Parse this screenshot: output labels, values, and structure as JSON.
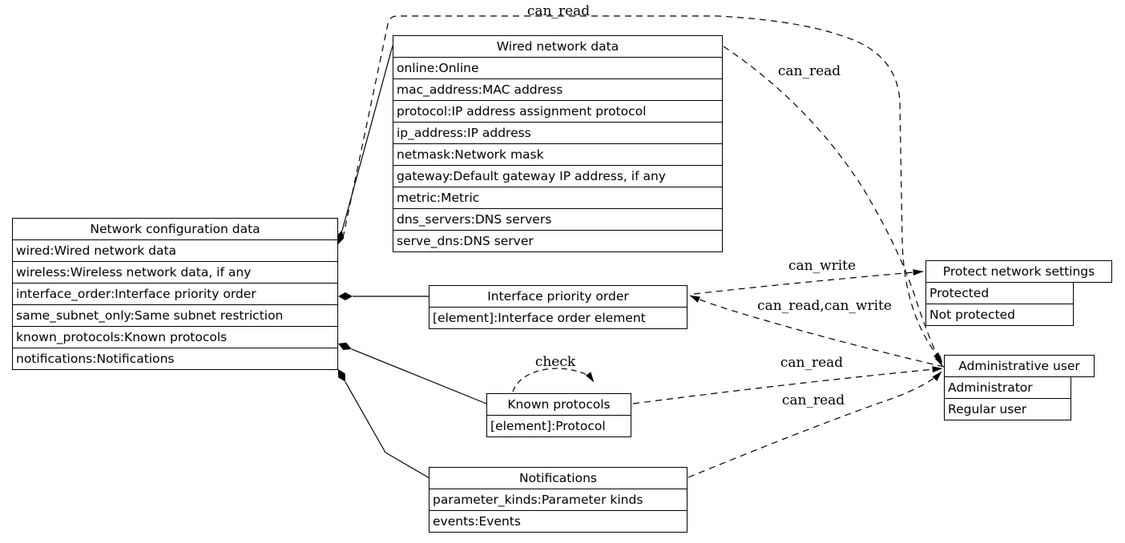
{
  "diagram": {
    "nodes": {
      "network_config": {
        "title": "Network configuration data",
        "rows": [
          "wired:Wired network data",
          "wireless:Wireless network data, if any",
          "interface_order:Interface priority order",
          "same_subnet_only:Same subnet restriction",
          "known_protocols:Known protocols",
          "notifications:Notifications"
        ]
      },
      "wired": {
        "title": "Wired network data",
        "rows": [
          "online:Online",
          "mac_address:MAC address",
          "protocol:IP address assignment protocol",
          "ip_address:IP address",
          "netmask:Network mask",
          "gateway:Default gateway IP address, if any",
          "metric:Metric",
          "dns_servers:DNS servers",
          "serve_dns:DNS server"
        ]
      },
      "interface_order": {
        "title": "Interface priority order",
        "rows": [
          "[element]:Interface order element"
        ]
      },
      "known_protocols": {
        "title": "Known protocols",
        "rows": [
          "[element]:Protocol"
        ]
      },
      "notifications": {
        "title": "Notifications",
        "rows": [
          "parameter_kinds:Parameter kinds",
          "events:Events"
        ]
      },
      "protect": {
        "title": "Protect network settings",
        "rows": [
          "Protected",
          "Not protected"
        ]
      },
      "admin": {
        "title": "Administrative user",
        "rows": [
          "Administrator",
          "Regular user"
        ]
      }
    },
    "edge_labels": {
      "top_can_read": "can_read",
      "wired_can_read": "can_read",
      "can_write": "can_write",
      "can_read_can_write": "can_read,can_write",
      "known_can_read": "can_read",
      "notifications_can_read": "can_read",
      "check": "check"
    },
    "colors": {
      "line": "#000000",
      "background": "#ffffff"
    }
  }
}
